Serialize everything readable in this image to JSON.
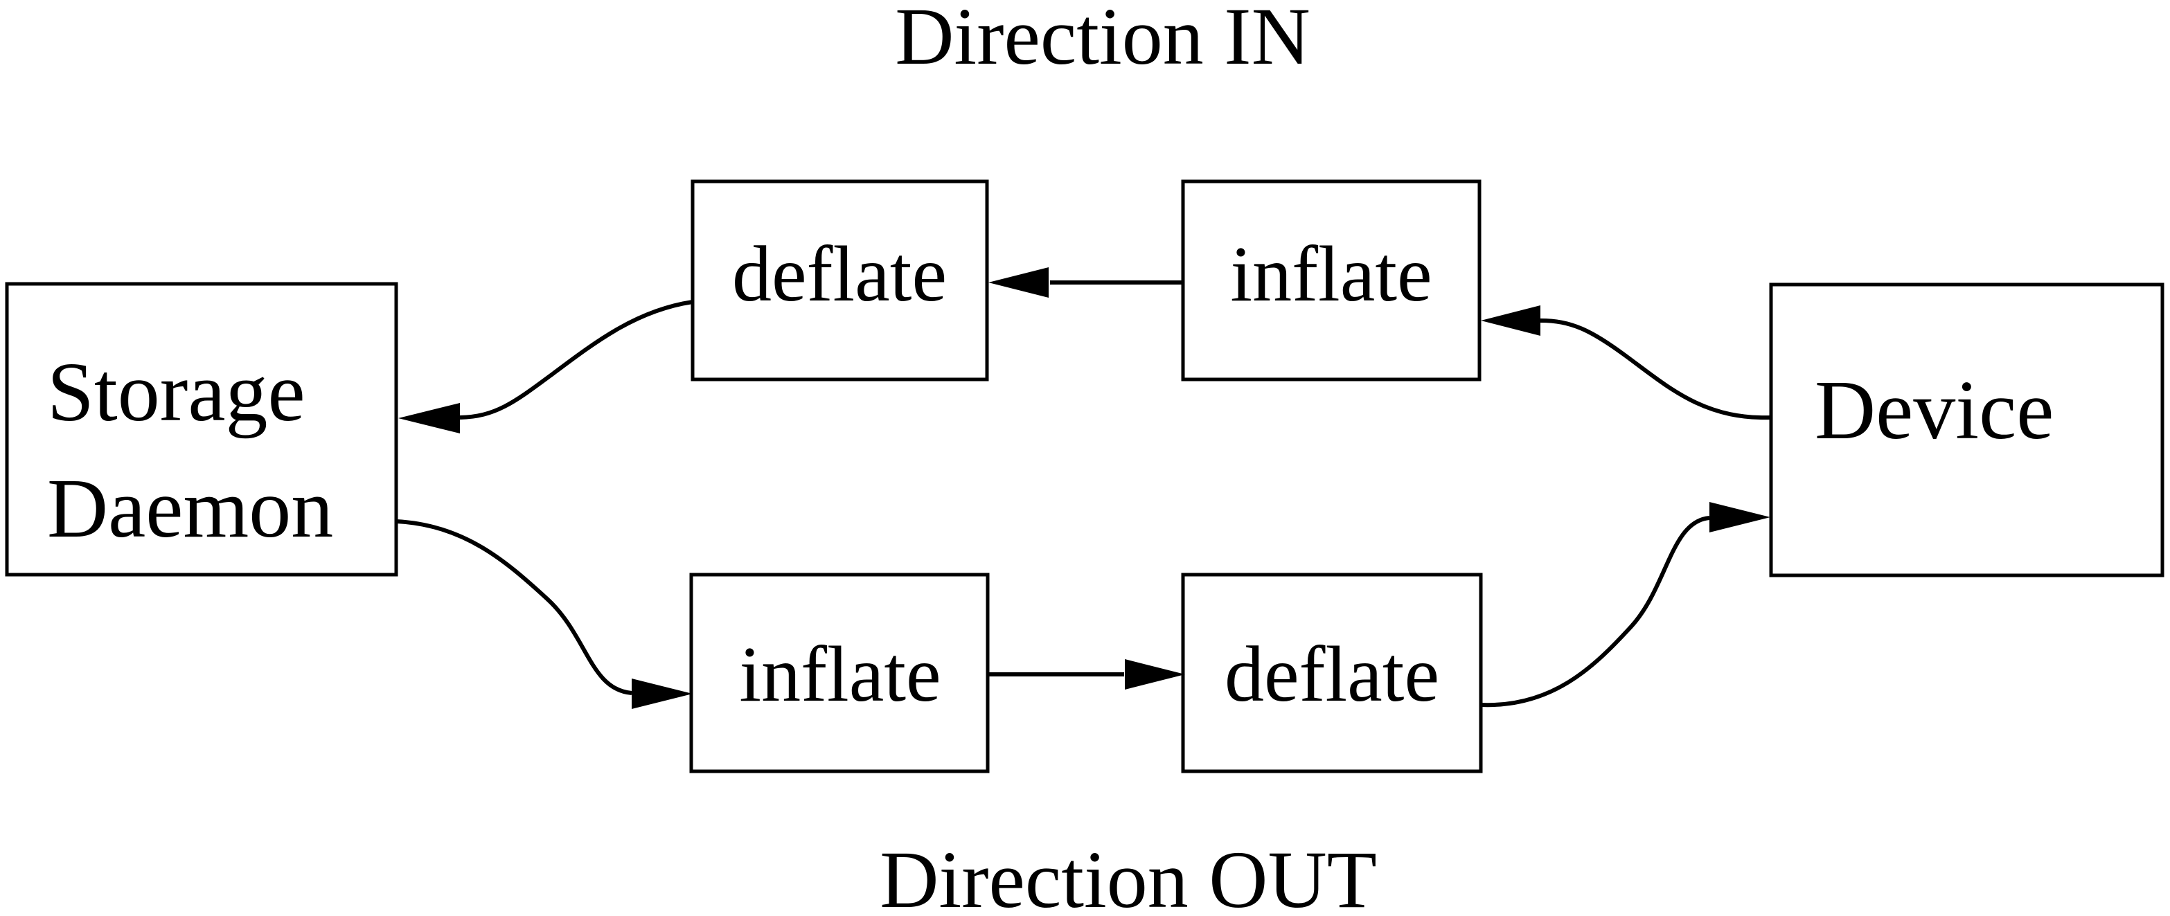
{
  "diagram": {
    "title_in": "Direction IN",
    "title_out": "Direction OUT",
    "nodes": {
      "storage": {
        "label_line1": "Storage",
        "label_line2": "Daemon"
      },
      "device": {
        "label": "Device"
      },
      "deflate_in": {
        "label": "deflate"
      },
      "inflate_in": {
        "label": "inflate"
      },
      "inflate_out": {
        "label": "inflate"
      },
      "deflate_out": {
        "label": "deflate"
      }
    },
    "flows": {
      "in_description": "Device to inflate to deflate to Storage Daemon",
      "out_description": "Storage Daemon to inflate to deflate to Device"
    },
    "colors": {
      "line": "#000000",
      "background": "#ffffff"
    }
  }
}
